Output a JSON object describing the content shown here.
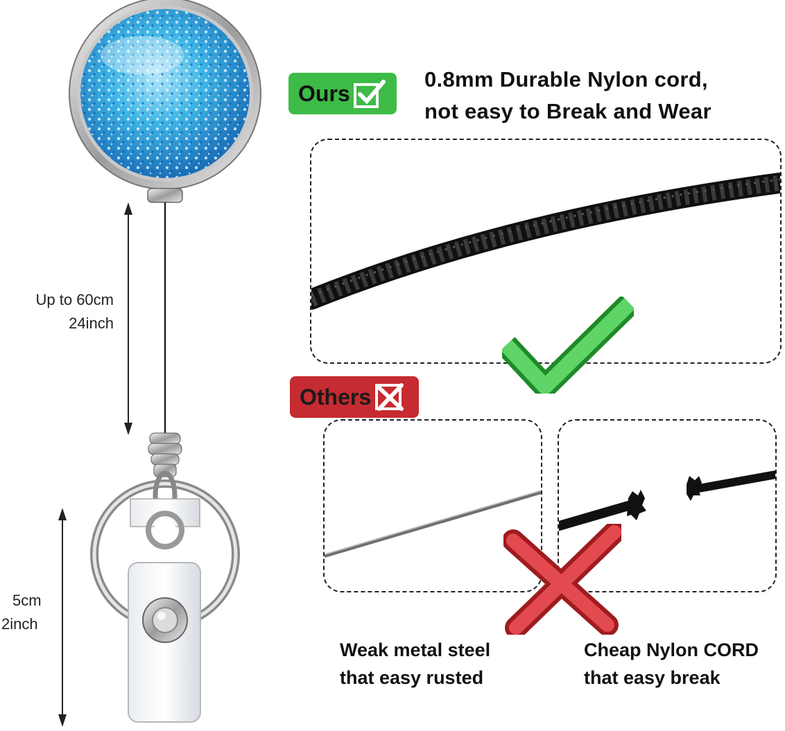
{
  "measurements": {
    "cord_length_line1": "Up to 60cm",
    "cord_length_line2": "24inch",
    "clip_length_line1": "5cm",
    "clip_length_line2": "2inch"
  },
  "comparison": {
    "ours_label": "Ours",
    "ours_headline_line1": "0.8mm Durable Nylon cord,",
    "ours_headline_line2": "not easy to Break and Wear",
    "others_label": "Others",
    "metal_caption_line1": "Weak metal steel",
    "metal_caption_line2": "that easy rusted",
    "nylon_caption_line1": "Cheap Nylon CORD",
    "nylon_caption_line2": "that easy break"
  },
  "colors": {
    "ours_green": "#3dbb46",
    "others_red": "#c52b30",
    "glitter_blue": "#2fa8e0"
  }
}
